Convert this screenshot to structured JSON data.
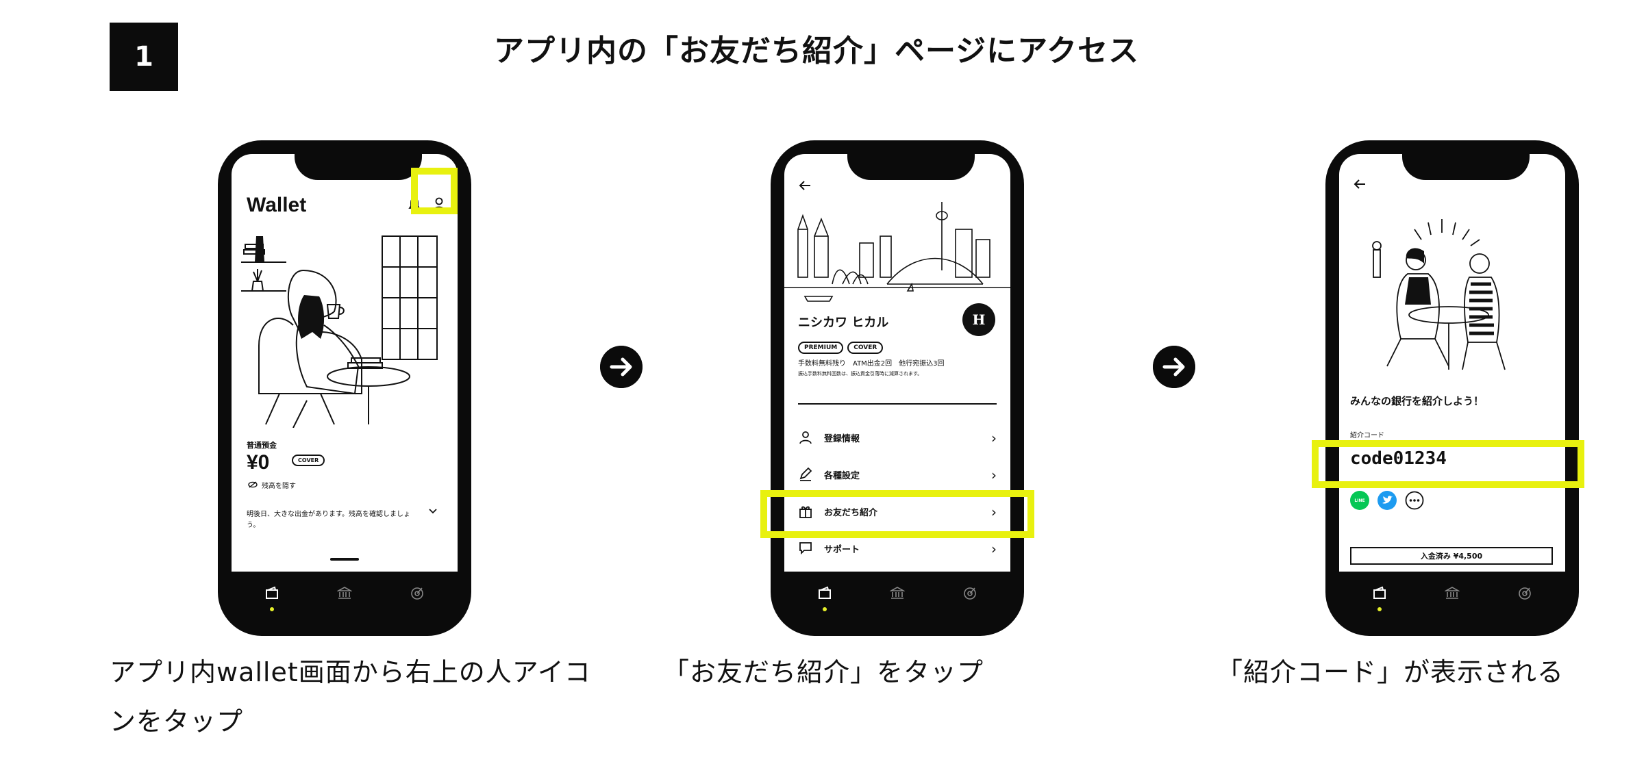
{
  "step": {
    "number": "1"
  },
  "page_title": "アプリ内の「お友だち紹介」ページにアクセス",
  "captions": {
    "step1_line1": "アプリ内wallet画面から右上の人アイコ",
    "step1_line2": "ンをタップ",
    "step2": "「お友だち紹介」をタップ",
    "step3": "「紹介コード」が表示される"
  },
  "phone1": {
    "title": "Wallet",
    "account_label": "普通預金",
    "balance": "¥0",
    "badge": "COVER",
    "hide_balance": "残高を隠す",
    "notice": "明後日、大きな出金があります。残高を確認しましょ",
    "notice_cont": "う。"
  },
  "phone2": {
    "user_name": "ニシカワ ヒカル",
    "avatar_letter": "H",
    "tags": [
      "PREMIUM",
      "COVER"
    ],
    "fees_line": "手数料無料残り　ATM出金2回　他行宛振込3回",
    "fees_note": "振込手数料無料回数は、振込資金引落時に減算されます。",
    "menu": [
      {
        "label": "登録情報",
        "icon": "person-icon"
      },
      {
        "label": "各種設定",
        "icon": "pencil-icon"
      },
      {
        "label": "お友だち紹介",
        "icon": "gift-icon"
      },
      {
        "label": "サポート",
        "icon": "chat-icon"
      }
    ]
  },
  "phone3": {
    "heading": "みんなの銀行を紹介しよう！",
    "code_label": "紹介コード",
    "code": "code01234",
    "share_icons": [
      "line-icon",
      "twitter-icon",
      "more-icon"
    ],
    "line_text": "LINE",
    "deposit_button": "入金済み ¥4,500"
  },
  "colors": {
    "highlight": "#e8f10f",
    "dark": "#0b0b0b",
    "line_green": "#06c755",
    "twitter_blue": "#1d9bf0"
  }
}
